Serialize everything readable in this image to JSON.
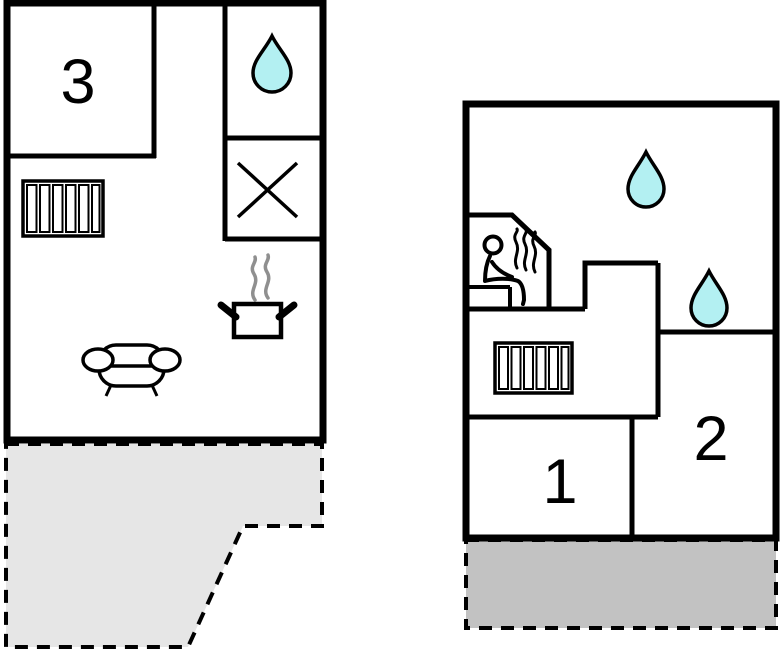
{
  "title": "Two-floor holiday house floor plan",
  "colors": {
    "wall": "#000000",
    "drop_fill": "#b3f0f2",
    "terrace_left_fill": "#e6e6e6",
    "terrace_right_fill": "#c2c2c2",
    "steam_gray": "#8f8f8f",
    "background": "#ffffff"
  },
  "floors": {
    "left": {
      "room_label": "3",
      "icons": [
        "water-drop-icon",
        "window-cross-icon",
        "radiator-icon",
        "cooking-pot-icon",
        "sofa-icon"
      ],
      "terrace": "dashed-outline-terrace"
    },
    "right": {
      "room_labels": {
        "room1": "1",
        "room2": "2"
      },
      "icons": [
        "water-drop-icon",
        "water-drop-icon",
        "sauna-icon",
        "radiator-icon"
      ],
      "terrace": "dashed-outline-terrace"
    }
  }
}
